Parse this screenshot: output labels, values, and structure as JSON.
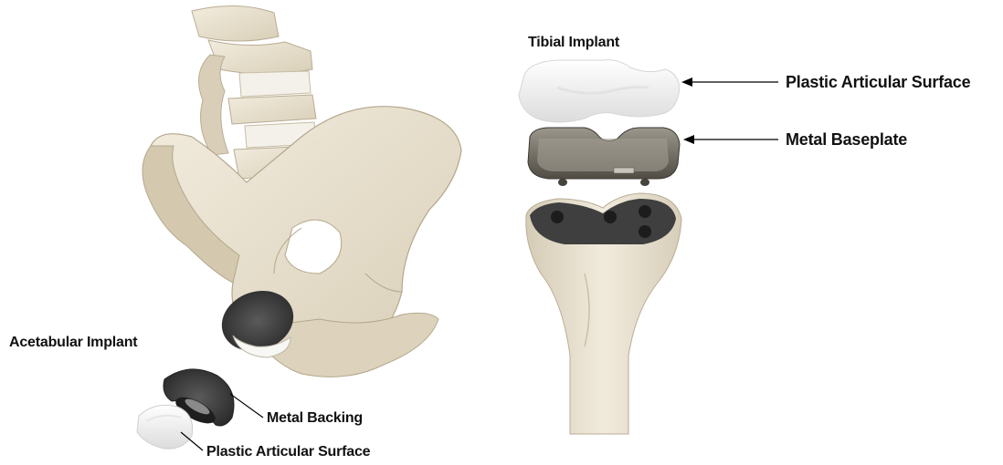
{
  "tibial": {
    "title": "Tibial Implant",
    "label_surface": "Plastic Articular Surface",
    "label_baseplate": "Metal Baseplate"
  },
  "acetabular": {
    "title": "Acetabular Implant",
    "label_backing": "Metal Backing",
    "label_surface": "Plastic Articular Surface"
  },
  "colors": {
    "bone": "#ece5d4",
    "bone_shade": "#c9bda3",
    "metal": "#6f6a60",
    "porous": "#3a3a3a",
    "plastic": "#f3f3f3"
  }
}
